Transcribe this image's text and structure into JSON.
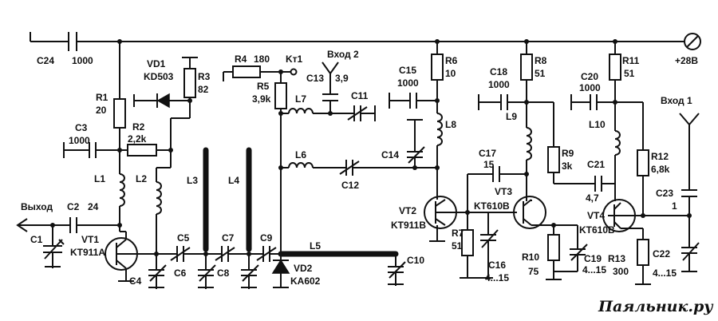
{
  "supply": {
    "voltage": "+28В"
  },
  "watermark": "Паяльник.ру",
  "components": {
    "C24": {
      "ref": "C24",
      "value": "1000"
    },
    "R1": {
      "ref": "R1",
      "value": "20"
    },
    "VD1": {
      "ref": "VD1",
      "value": "KD503"
    },
    "R3": {
      "ref": "R3",
      "value": "82"
    },
    "R2": {
      "ref": "R2",
      "value": "2,2k"
    },
    "C3": {
      "ref": "C3",
      "value": "1000"
    },
    "L1": {
      "ref": "L1"
    },
    "L2": {
      "ref": "L2"
    },
    "L3": {
      "ref": "L3"
    },
    "L4": {
      "ref": "L4"
    },
    "L5": {
      "ref": "L5"
    },
    "L6": {
      "ref": "L6"
    },
    "L7": {
      "ref": "L7"
    },
    "L8": {
      "ref": "L8"
    },
    "L9": {
      "ref": "L9"
    },
    "L10": {
      "ref": "L10"
    },
    "C2": {
      "ref": "C2",
      "value": "24"
    },
    "C1": {
      "ref": "C1"
    },
    "VT1": {
      "ref": "VT1",
      "value": "KT911A"
    },
    "C4": {
      "ref": "C4"
    },
    "C5": {
      "ref": "C5"
    },
    "C6": {
      "ref": "C6"
    },
    "C7": {
      "ref": "C7"
    },
    "C8": {
      "ref": "C8"
    },
    "C9": {
      "ref": "C9"
    },
    "C10": {
      "ref": "C10"
    },
    "VD2": {
      "ref": "VD2",
      "value": "KA602"
    },
    "R4": {
      "ref": "R4",
      "value": "180"
    },
    "R5": {
      "ref": "R5",
      "value": "3,9k"
    },
    "KT1": {
      "ref": "Kт1"
    },
    "C13": {
      "ref": "C13",
      "value": "3,9"
    },
    "IN2": {
      "label": "Вход 2"
    },
    "C11": {
      "ref": "C11"
    },
    "C12": {
      "ref": "C12"
    },
    "C14": {
      "ref": "C14"
    },
    "C15": {
      "ref": "C15",
      "value": "1000"
    },
    "R6": {
      "ref": "R6",
      "value": "10"
    },
    "VT2": {
      "ref": "VT2",
      "value": "KT911B"
    },
    "R7": {
      "ref": "R7",
      "value": "51"
    },
    "C16": {
      "ref": "C16",
      "value": "4...15"
    },
    "C17": {
      "ref": "C17",
      "value": "15"
    },
    "VT3": {
      "ref": "VT3",
      "value": "KT610B"
    },
    "C18": {
      "ref": "C18",
      "value": "1000"
    },
    "R8": {
      "ref": "R8",
      "value": "51"
    },
    "R9": {
      "ref": "R9",
      "value": "3k"
    },
    "R10": {
      "ref": "R10",
      "value": "75"
    },
    "C19": {
      "ref": "C19",
      "value": "4...15"
    },
    "C20": {
      "ref": "C20",
      "value": "1000"
    },
    "R11": {
      "ref": "R11",
      "value": "51"
    },
    "C21": {
      "ref": "C21",
      "value": "4,7"
    },
    "VT4": {
      "ref": "VT4",
      "value": "KT610B"
    },
    "R12": {
      "ref": "R12",
      "value": "6,8k"
    },
    "IN1": {
      "label": "Вход 1"
    },
    "C23": {
      "ref": "C23",
      "value": "1"
    },
    "C22": {
      "ref": "C22",
      "value": "4...15"
    },
    "R13": {
      "ref": "R13",
      "value": "300"
    },
    "OUT": {
      "label": "Выход"
    }
  }
}
